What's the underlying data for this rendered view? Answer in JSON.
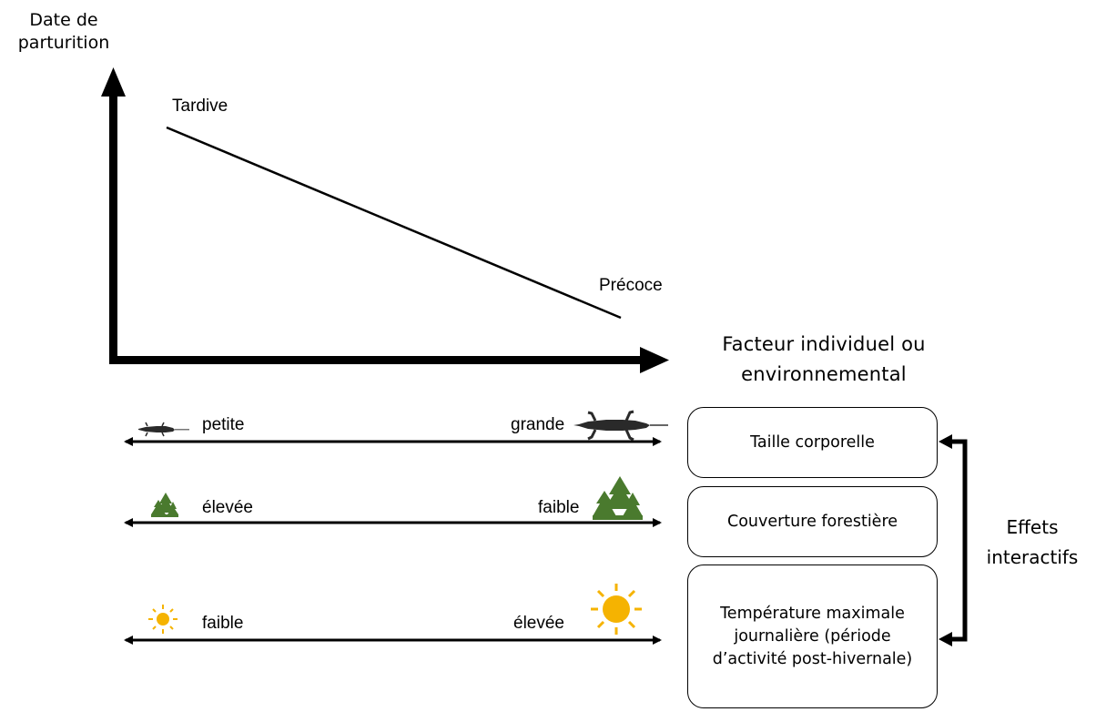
{
  "axes": {
    "y_title": "Date de parturition",
    "x_title": "Facteur individuel ou environnemental"
  },
  "trend": {
    "high_label": "Tardive",
    "low_label": "Précoce"
  },
  "factors": [
    {
      "name": "Taille corporelle",
      "left_label": "petite",
      "right_label": "grande",
      "icon": "lizard-icon"
    },
    {
      "name": "Couverture forestière",
      "left_label": "élevée",
      "right_label": "faible",
      "icon": "trees-icon"
    },
    {
      "name": "Température maximale journalière (période d’activité post-hivernale)",
      "left_label": "faible",
      "right_label": "élevée",
      "icon": "sun-icon"
    }
  ],
  "interaction": {
    "label": "Effets interactifs"
  },
  "colors": {
    "tree": "#4a7a2e",
    "sun": "#f5b301",
    "lizard": "#2a2a2a"
  }
}
